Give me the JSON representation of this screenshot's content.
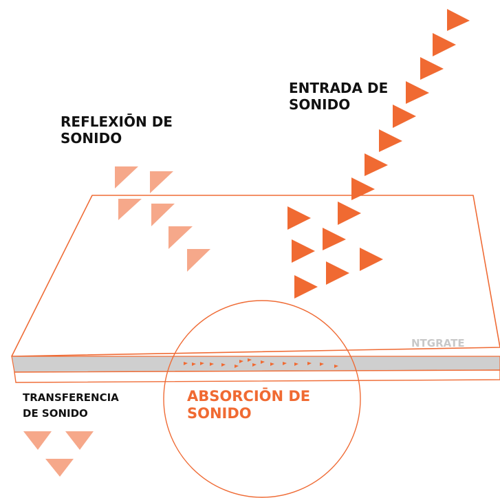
{
  "labels": {
    "sound_input": [
      "ENTRADA DE",
      "SONIDO"
    ],
    "sound_reflection": [
      "REFLEXIŌN DE",
      "SONIDO"
    ],
    "sound_transfer": [
      "TRANSFERENCIA",
      "DE SONIDO"
    ],
    "sound_absorption": [
      "ABSORCIŌN DE",
      "SONIDO"
    ],
    "brand": "NTGRATE"
  },
  "colors": {
    "accent": "#f06a32",
    "reflection": "#f6a88a",
    "panel_outline": "#ef6b35",
    "core": "#cfcfcf",
    "text": "#111111",
    "brand_text": "#c8c8c8"
  }
}
